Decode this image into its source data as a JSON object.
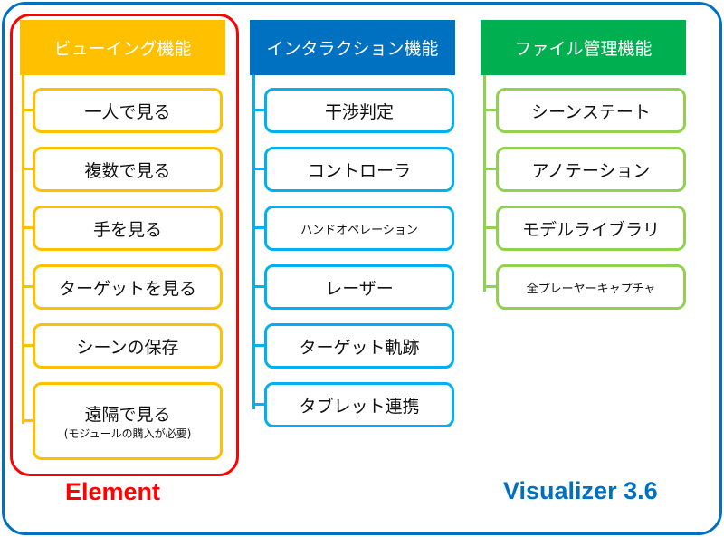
{
  "columns": [
    {
      "title": "ビューイング機能",
      "header_color": "#FFC000",
      "border_color": "#FFC000",
      "items": [
        {
          "label": "一人で見る"
        },
        {
          "label": "複数で見る"
        },
        {
          "label": "手を見る"
        },
        {
          "label": "ターゲットを見る"
        },
        {
          "label": "シーンの保存"
        },
        {
          "label": "遠隔で見る",
          "note": "(モジュールの購入が必要)"
        }
      ]
    },
    {
      "title": "インタラクション機能",
      "header_color": "#0070C0",
      "border_color": "#00B0F0",
      "items": [
        {
          "label": "干渉判定"
        },
        {
          "label": "コントローラ"
        },
        {
          "label": "ハンドオペレーション"
        },
        {
          "label": "レーザー"
        },
        {
          "label": "ターゲット軌跡"
        },
        {
          "label": "タブレット連携"
        }
      ]
    },
    {
      "title": "ファイル管理機能",
      "header_color": "#00B050",
      "border_color": "#92D050",
      "items": [
        {
          "label": "シーンステート"
        },
        {
          "label": "アノテーション"
        },
        {
          "label": "モデルライブラリ"
        },
        {
          "label": "全プレーヤーキャプチャ"
        }
      ]
    }
  ],
  "element_label": "Element",
  "product_label": "Visualizer 3.6",
  "colors": {
    "outer": "#0070C0",
    "highlight": "#FF0000"
  }
}
